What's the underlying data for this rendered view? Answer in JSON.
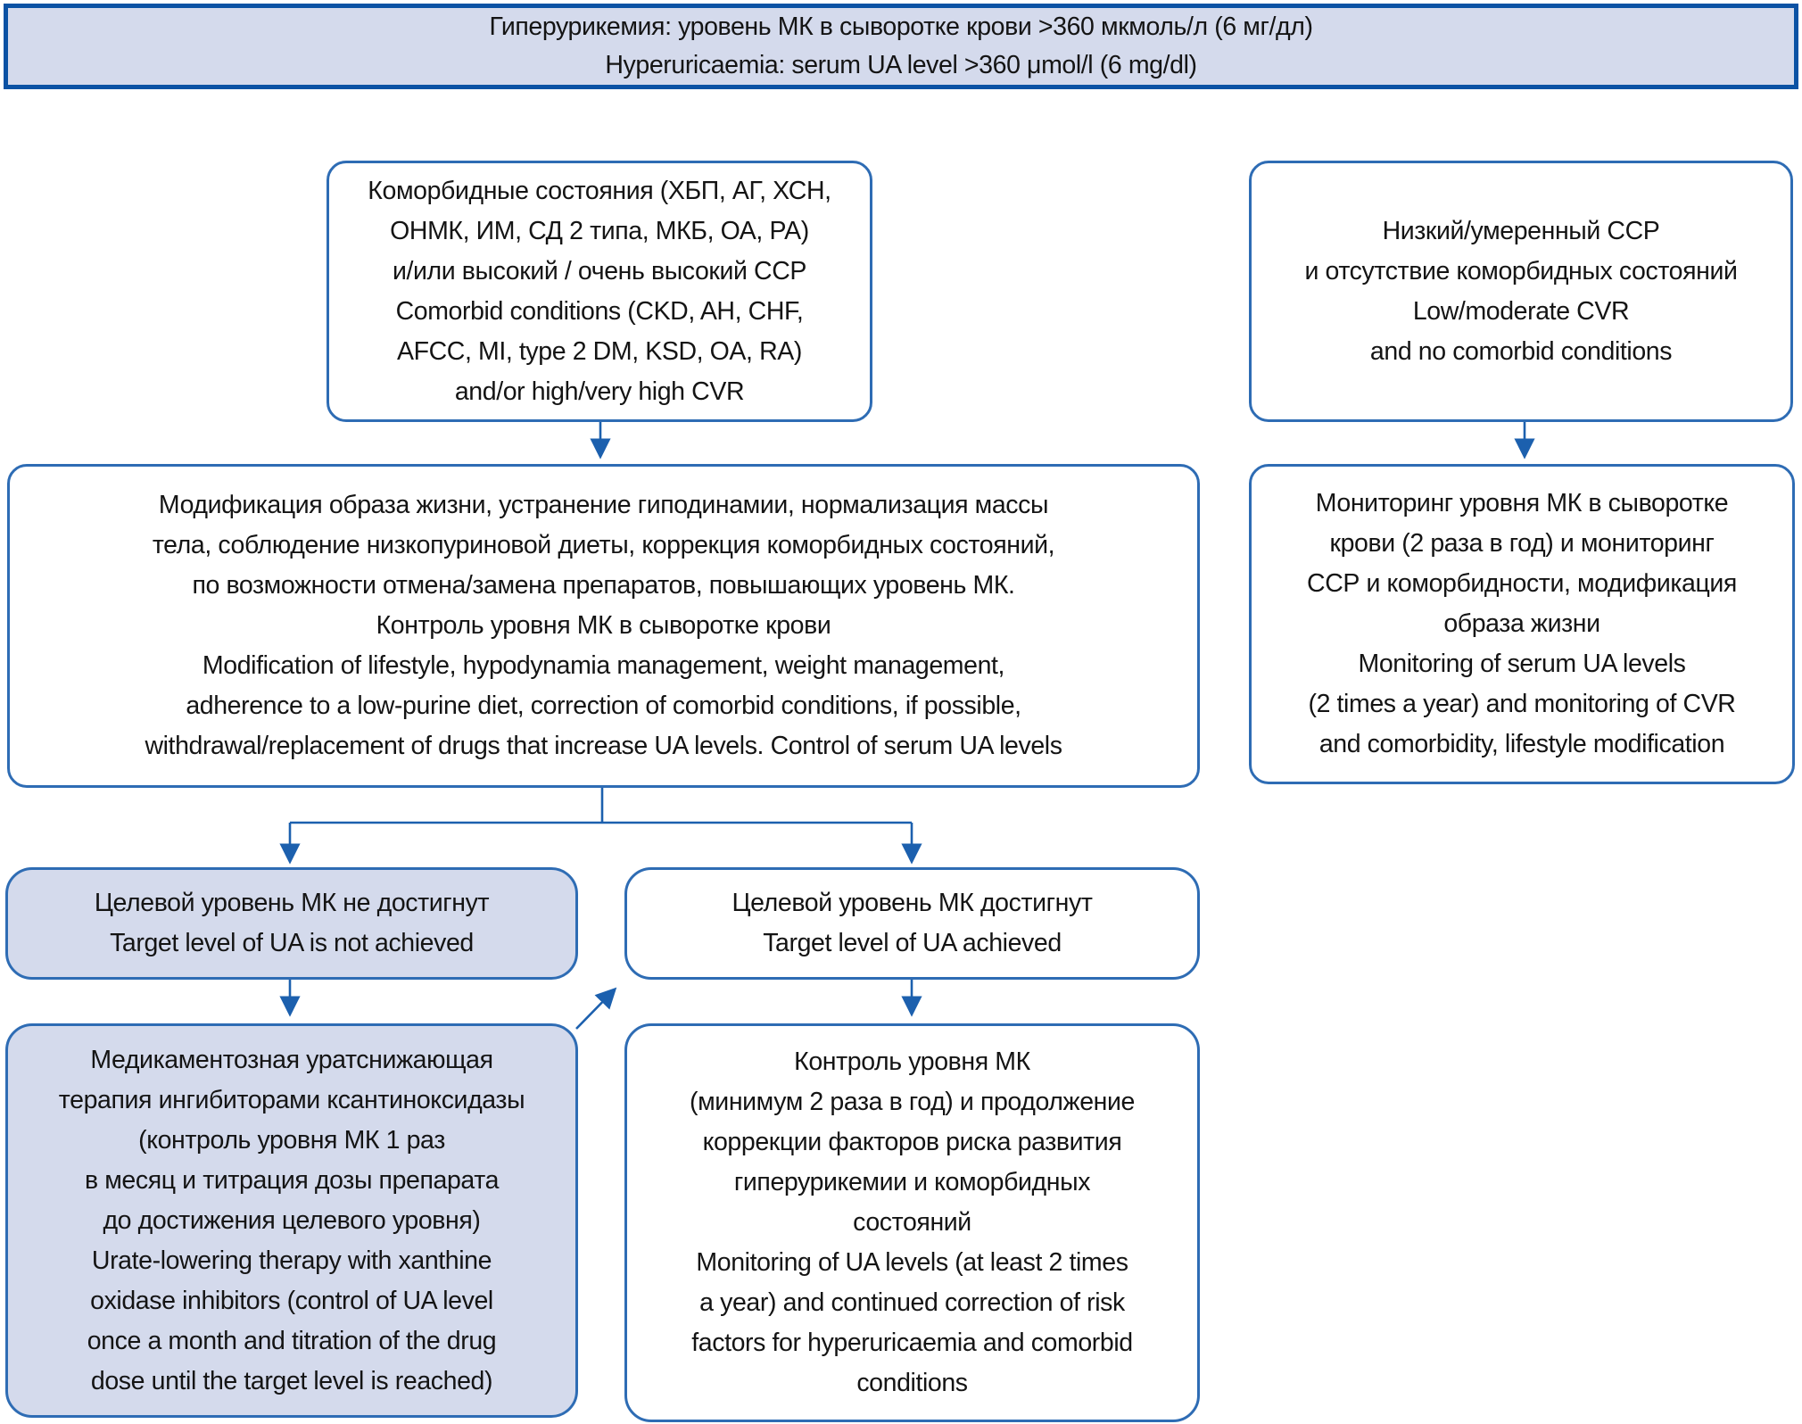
{
  "colors": {
    "header_border": "#0b52a4",
    "box_border": "#2e6cb4",
    "arrow": "#1c60ae",
    "lavender_fill": "#d4daec",
    "text": "#141414"
  },
  "boxes": {
    "header": {
      "lines": [
        "Гиперурикемия: уровень МК в сыворотке крови >360 мкмоль/л (6 мг/дл)",
        "Hyperuricaemia: serum UA level >360 μmol/l (6 mg/dl)"
      ]
    },
    "comorbid": {
      "lines": [
        "Коморбидные состояния (ХБП, АГ, ХСН,",
        "ОНМК, ИМ, СД 2 типа, МКБ, ОА, РА)",
        "и/или высокий / очень высокий ССР",
        "Comorbid conditions (CKD, AH, CHF,",
        "AFCC, MI, type 2 DM, KSD, OA, RA)",
        "and/or high/very high CVR"
      ]
    },
    "low_risk": {
      "lines": [
        "Низкий/умеренный ССР",
        "и отсутствие коморбидных состояний",
        "Low/moderate CVR",
        "and no comorbid conditions"
      ]
    },
    "lifestyle": {
      "lines": [
        "Модификация образа жизни, устранение гиподинамии, нормализация массы",
        "тела, соблюдение низкопуриновой диеты, коррекция коморбидных состояний,",
        "по возможности отмена/замена препаратов, повышающих уровень МК.",
        "Контроль уровня МК в сыворотке крови",
        "Modification of lifestyle, hypodynamia management, weight management,",
        "adherence to a low-purine diet, correction of comorbid conditions, if possible,",
        "withdrawal/replacement of drugs that increase UA levels. Control of serum UA levels"
      ]
    },
    "monitoring": {
      "lines": [
        "Мониторинг уровня МК в сыворотке",
        "крови (2 раза в год) и мониторинг",
        "ССР и коморбидности, модификация",
        "образа жизни",
        "Monitoring of serum UA levels",
        "(2 times a year) and monitoring of CVR",
        "and comorbidity, lifestyle modification"
      ]
    },
    "target_not_achieved": {
      "lines": [
        "Целевой уровень МК не достигнут",
        "Target level of UA is not achieved"
      ]
    },
    "target_achieved": {
      "lines": [
        "Целевой уровень МК достигнут",
        "Target level of UA achieved"
      ]
    },
    "urate_lowering_therapy": {
      "lines": [
        "Медикаментозная уратснижающая",
        "терапия ингибиторами ксантиноксидазы",
        "(контроль уровня МК 1 раз",
        "в месяц и титрация дозы препарата",
        "до достижения целевого уровня)",
        "Urate-lowering therapy with xanthine",
        "oxidase inhibitors (control of UA level",
        "once a month and titration of the drug",
        "dose until the target level is reached)"
      ]
    },
    "ua_control": {
      "lines": [
        "Контроль уровня МК",
        "(минимум 2 раза в год) и продолжение",
        "коррекции факторов риска развития",
        "гиперурикемии и коморбидных",
        "состояний",
        "Monitoring of UA levels (at least 2 times",
        "a year) and continued correction of risk",
        "factors for hyperuricaemia and comorbid",
        "conditions"
      ]
    }
  }
}
